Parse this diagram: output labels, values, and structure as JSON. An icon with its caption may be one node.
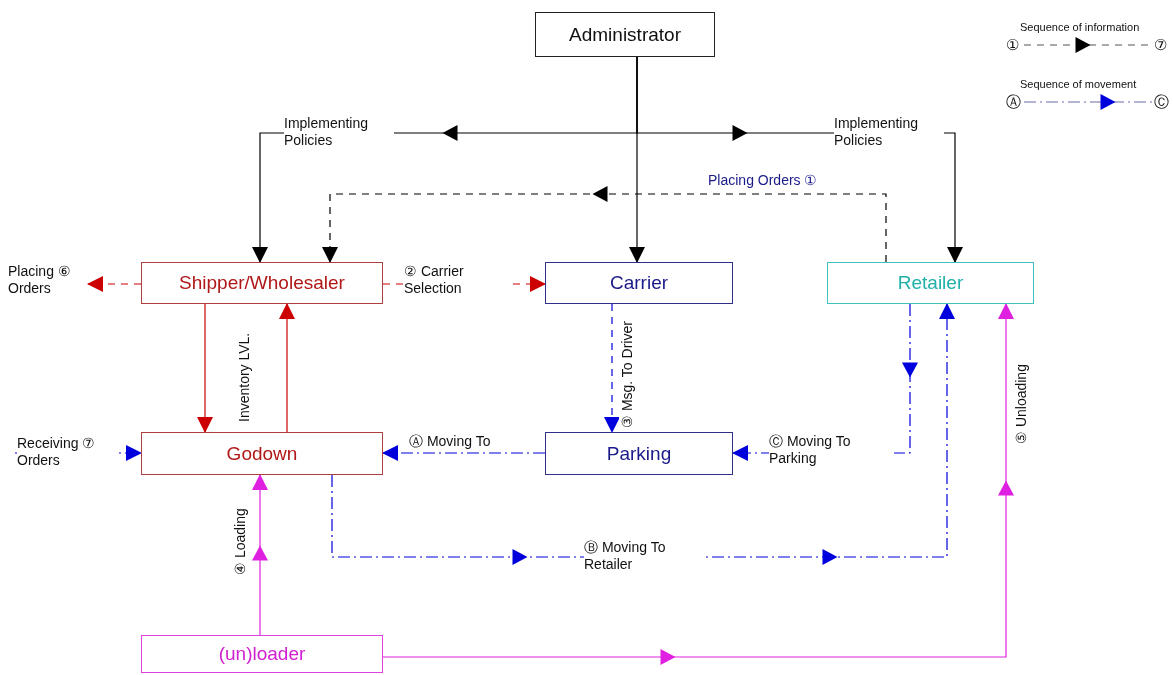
{
  "diagram": {
    "nodes": [
      {
        "text": [
          "Administrator"
        ]
      },
      {
        "text": [
          "Shipper/Wholesaler"
        ]
      },
      {
        "text": [
          "Carrier"
        ]
      },
      {
        "text": [
          "Retailer"
        ]
      },
      {
        "text": [
          "Godown"
        ]
      },
      {
        "text": [
          "Parking"
        ]
      },
      {
        "text": [
          "(un)loader"
        ]
      }
    ],
    "edges": [
      {
        "from": 0,
        "to": 1,
        "arrow": "to",
        "label": "Implementing Policies",
        "color": "#000000"
      },
      {
        "from": 0,
        "to": 3,
        "arrow": "to",
        "label": "Implementing Policies",
        "color": "#000000"
      },
      {
        "from": 0,
        "to": 2,
        "arrow": "to",
        "color": "#000000"
      },
      {
        "from": 3,
        "to": 1,
        "arrow": "to",
        "label": "Placing Orders ①",
        "style": "dashed",
        "color": "#000000"
      },
      {
        "from": 1,
        "to": null,
        "arrow": "to",
        "label": "Placing ⑥ Orders",
        "style": "dashed",
        "color": "#cc0000"
      },
      {
        "from": 1,
        "to": 2,
        "arrow": "to",
        "label": "② Carrier Selection",
        "style": "dashed",
        "color": "#cc0000"
      },
      {
        "from": 1,
        "to": 4,
        "arrow": "to",
        "color": "#cc0000"
      },
      {
        "from": 4,
        "to": 1,
        "arrow": "to",
        "label": "Inventory LVL.",
        "color": "#cc0000"
      },
      {
        "from": 2,
        "to": 5,
        "arrow": "to",
        "label": "③ Msg. To Driver",
        "style": "dashed",
        "color": "#0000dd"
      },
      {
        "from": 5,
        "to": 4,
        "arrow": "to",
        "label": "Ⓐ Moving To",
        "style": "dashed",
        "color": "#0000dd"
      },
      {
        "from": 3,
        "to": 5,
        "arrow": "to",
        "label": "Ⓒ Moving To Parking",
        "style": "dashed",
        "color": "#0000dd"
      },
      {
        "from": 4,
        "to": 3,
        "arrow": "to",
        "label": "Ⓑ Moving To Retailer",
        "style": "dashed",
        "color": "#0000dd"
      },
      {
        "from": null,
        "to": 4,
        "arrow": "to",
        "label": "Receiving ⑦ Orders",
        "style": "dashed",
        "color": "#0000dd"
      },
      {
        "from": 6,
        "to": 4,
        "arrow": "to",
        "label": "④ Loading",
        "color": "#e020e0"
      },
      {
        "from": 6,
        "to": 3,
        "arrow": "to",
        "label": "⑤ Unloading",
        "color": "#e020e0"
      }
    ],
    "labels": [
      "①",
      "⑦",
      "Ⓐ",
      "Ⓒ"
    ],
    "legend": [
      {
        "text": "Sequence of information"
      },
      {
        "text": "Sequence of movement"
      }
    ]
  }
}
